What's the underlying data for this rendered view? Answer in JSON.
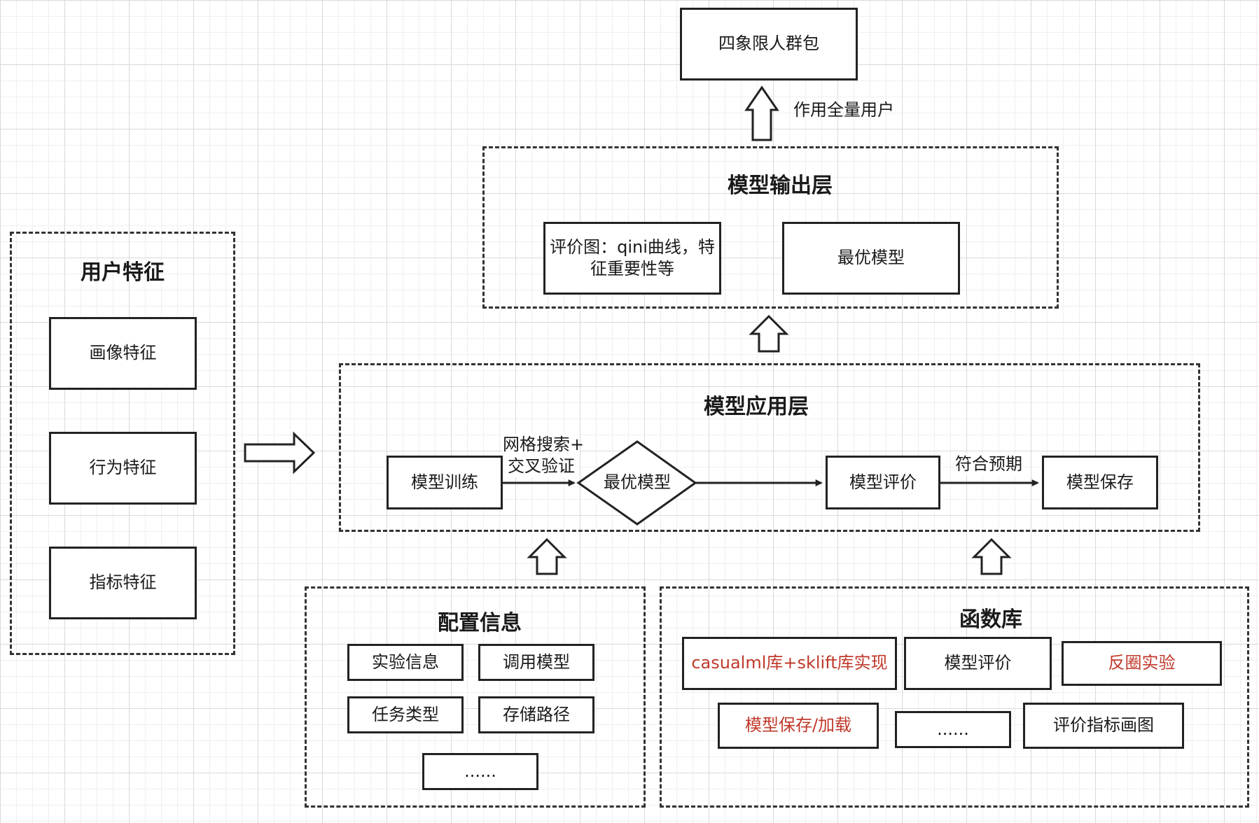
{
  "top": {
    "crowd_pack": "四象限人群包",
    "apply_label": "作用全量用户"
  },
  "output_layer": {
    "title": "模型输出层",
    "eval_chart": "评价图：qini曲线，特征重要性等",
    "best_model": "最优模型"
  },
  "user_features": {
    "title": "用户特征",
    "items": [
      "画像特征",
      "行为特征",
      "指标特征"
    ]
  },
  "app_layer": {
    "title": "模型应用层",
    "train": "模型训练",
    "grid_search_label": "网格搜索+\n交叉验证",
    "best_model": "最优模型",
    "evaluate": "模型评价",
    "meets_label": "符合预期",
    "save": "模型保存"
  },
  "config": {
    "title": "配置信息",
    "items": [
      "实验信息",
      "调用模型",
      "任务类型",
      "存储路径",
      "......"
    ]
  },
  "library": {
    "title": "函数库",
    "items": [
      "casualml库+sklift库实现",
      "模型评价",
      "反圈实验",
      "模型保存/加载",
      "......",
      "评价指标画图"
    ],
    "highlight_color": "#c0392b"
  }
}
